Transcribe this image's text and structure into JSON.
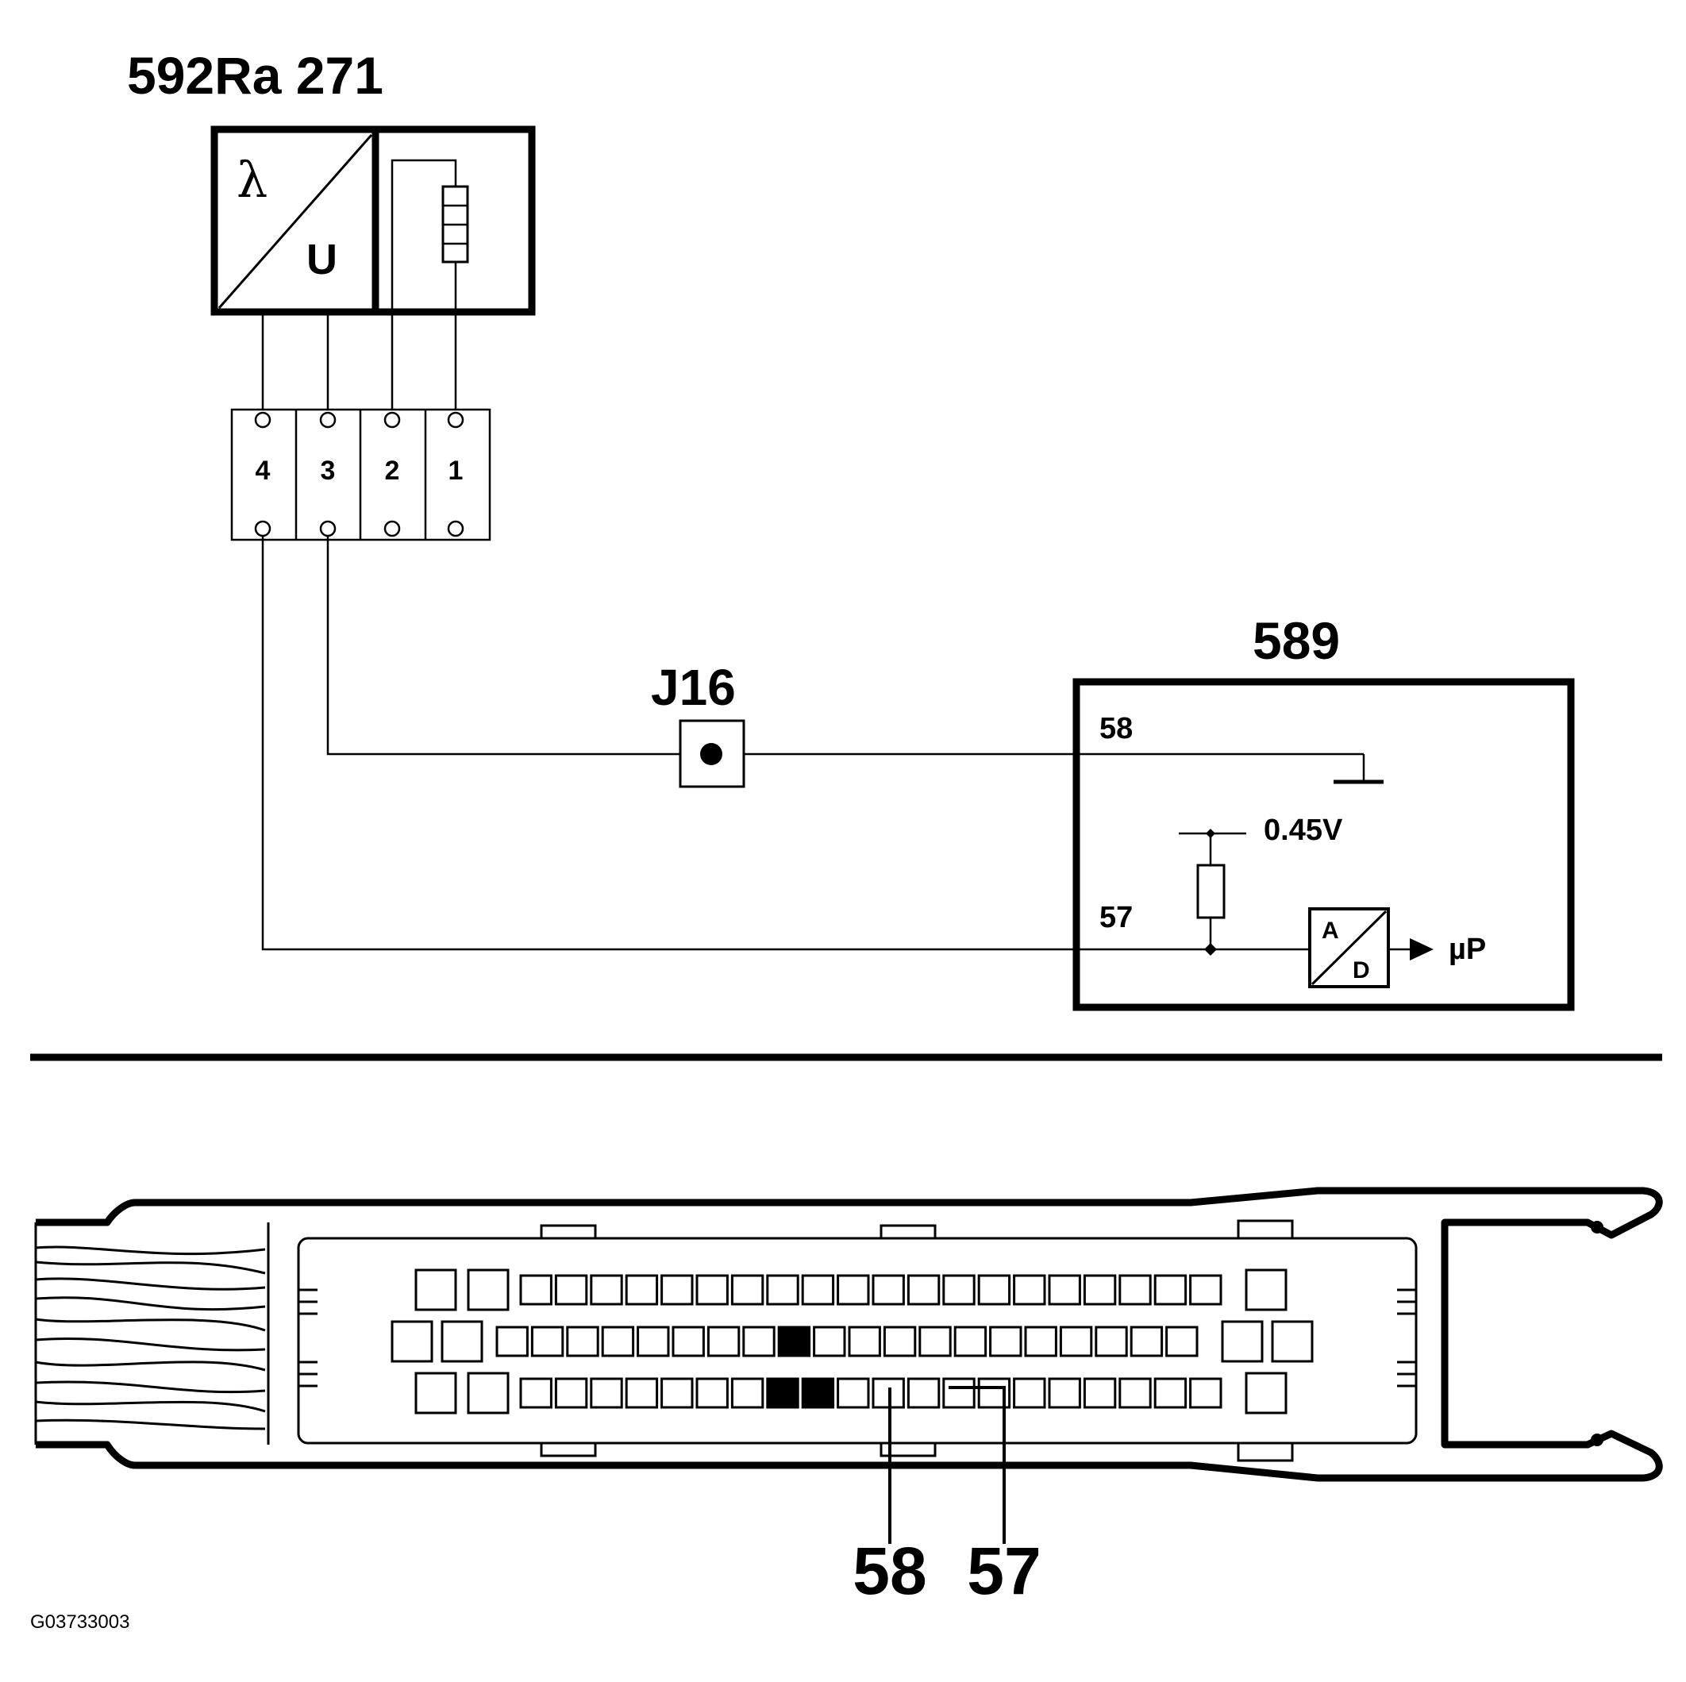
{
  "sensor": {
    "title": "592Ra 271",
    "lambda_symbol": "λ",
    "u_symbol": "U"
  },
  "connector": {
    "pins": [
      "4",
      "3",
      "2",
      "1"
    ]
  },
  "junction": {
    "label": "J16"
  },
  "ecu": {
    "title": "589",
    "pin_58": "58",
    "pin_57": "57",
    "voltage": "0.45V",
    "ad_a": "A",
    "ad_d": "D",
    "output": "µP"
  },
  "harness": {
    "callout_58": "58",
    "callout_57": "57"
  },
  "figure_code": "G03733003"
}
